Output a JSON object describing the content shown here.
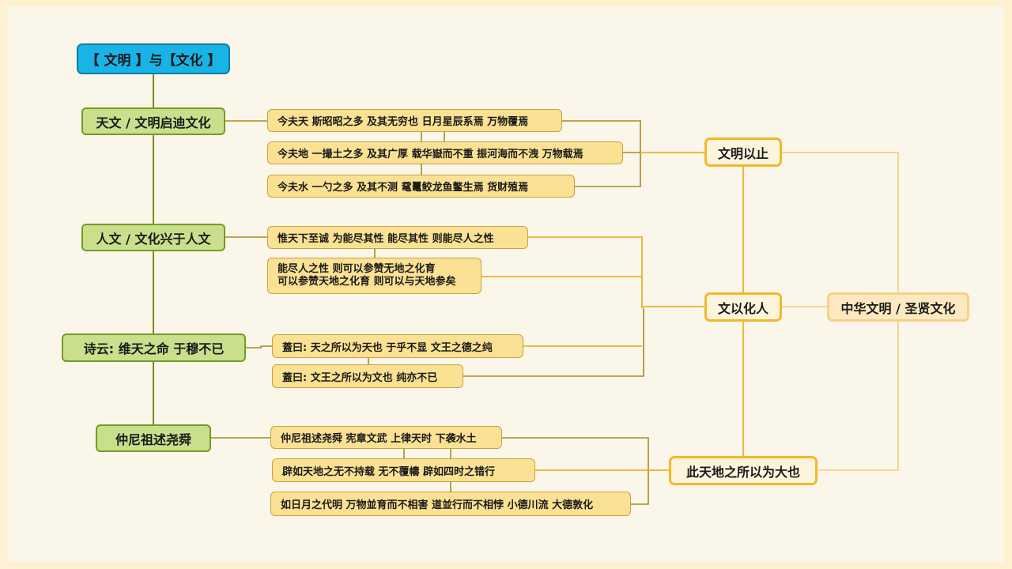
{
  "title": "【 文明 】与【文化 】",
  "branches": [
    {
      "label": "天文 / 文明启迪文化",
      "leaves": [
        "今夫天 斯昭昭之多 及其无穷也  日月星辰系焉 万物覆焉",
        "今夫地 一撮土之多 及其广厚  载华嶽而不重 振河海而不洩 万物载焉",
        "今夫水 一勺之多  及其不测 鼋鼍鲛龙鱼鳖生焉  货财殖焉"
      ]
    },
    {
      "label": "人文 / 文化兴于人文",
      "leaves": [
        "惟天下至诚 为能尽其性  能尽其性 则能尽人之性"
      ],
      "leaf_multi": [
        "能尽人之性  则可以参赞无地之化育",
        "可以参赞天地之化育  则可以与天地参矣"
      ]
    },
    {
      "label": "诗云:   维天之命  于穆不已",
      "leaves": [
        "蓋曰: 天之所以为天也  于乎不显 文王之德之纯",
        "蓋曰: 文王之所以为文也  纯亦不已"
      ]
    },
    {
      "label": "仲尼祖述尧舜",
      "leaves": [
        "仲尼祖述尧舜 宪章文武  上律天时 下袭水土",
        "辟如天地之无不持载  无不覆幬   辟如四时之错行",
        "如日月之代明 万物並育而不相害  道並行而不相悖 小德川流 大德敦化"
      ]
    }
  ],
  "hubs": [
    "文明以止",
    "文以化人",
    "此天地之所以为大也"
  ],
  "root": "中华文明 / 圣贤文化",
  "colors": {
    "title": "#19b4e6",
    "branch": "#c8e08c",
    "leaf": "#fbe193",
    "hub_border": "#f2b82a",
    "background": "#fbf6ea"
  }
}
